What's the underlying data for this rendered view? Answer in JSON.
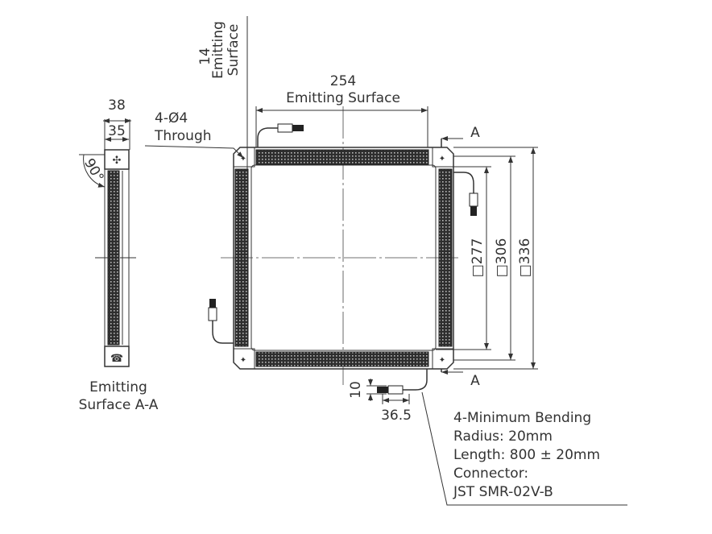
{
  "side_view": {
    "dim_outer": "38",
    "dim_inner": "35",
    "angle": "90°",
    "caption_line1": "Emitting",
    "caption_line2": "Surface A-A"
  },
  "front_view": {
    "dim_14_value": "14",
    "dim_14_label1": "Emitting",
    "dim_14_label2": "Surface",
    "hole_label1": "4-Ø4",
    "hole_label2": "Through",
    "dim_254_value": "254",
    "dim_254_label": "Emitting Surface",
    "section_mark_top": "A",
    "section_mark_bottom": "A",
    "dim_277": "□277",
    "dim_306": "□306",
    "dim_336": "□336",
    "dim_10": "10",
    "dim_36_5": "36.5"
  },
  "callout": {
    "line1": "4-Minimum Bending",
    "line2": "Radius: 20mm",
    "line3": "Length: 800 ± 20mm",
    "line4": "Connector:",
    "line5": "JST SMR-02V-B"
  }
}
